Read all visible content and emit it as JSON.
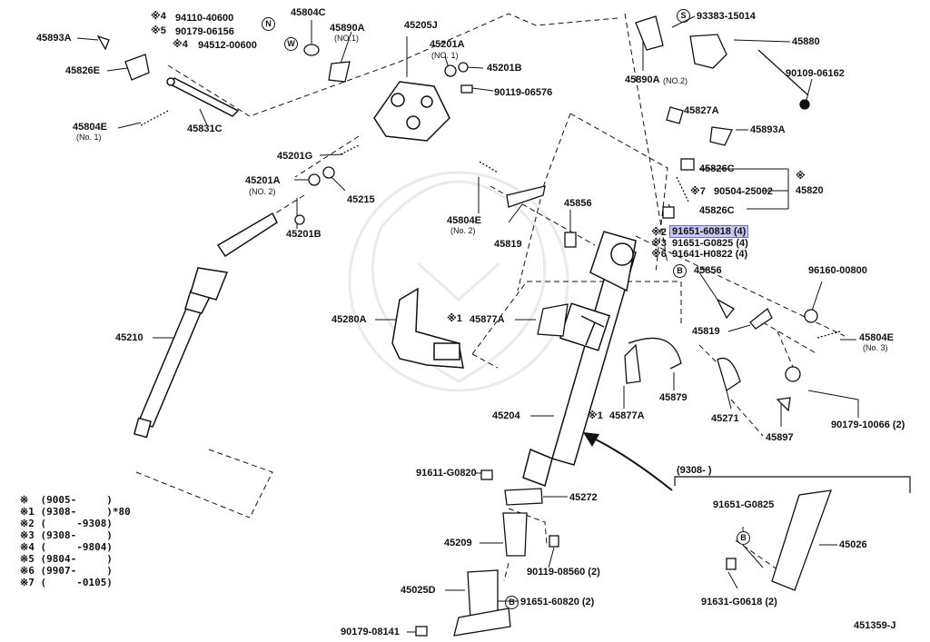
{
  "labels": {
    "p45893A_l": "45893A",
    "p45826E": "45826E",
    "p45804E_1": "45804E",
    "p45804E_1_sub": "(No. 1)",
    "p45831C": "45831C",
    "p45804C": "45804C",
    "p45890A_1": "45890A",
    "p45890A_1_sub": "(NO.1)",
    "p45205J": "45205J",
    "p45201A_1": "45201A",
    "p45201A_1_sub": "(NO. 1)",
    "p45201B_t": "45201B",
    "p90119_06576": "90119-06576",
    "p45201G": "45201G",
    "p45201A_2": "45201A",
    "p45201A_2_sub": "(NO. 2)",
    "p45215": "45215",
    "p45201B_b": "45201B",
    "p45804E_2": "45804E",
    "p45804E_2_sub": "(No. 2)",
    "p45819_l": "45819",
    "p45856_t": "45856",
    "p45210": "45210",
    "p45280A": "45280A",
    "p45877A_t": "45877A",
    "p45204": "45204",
    "p45877A_b": "45877A",
    "p45879": "45879",
    "p45271": "45271",
    "p45897": "45897",
    "p90179_10066": "90179-10066 (2)",
    "p45890A_2": "45890A",
    "p45890A_2_sub": "(NO.2)",
    "p93383_15014": "93383-15014",
    "p45880": "45880",
    "p90109_06162": "90109-06162",
    "p45827A": "45827A",
    "p45893A_r": "45893A",
    "p45826C_t": "45826C",
    "p90504_25002": "90504-25002",
    "p45820": "45820",
    "p45826C_b": "45826C",
    "p91651_60818": "91651-60818 (4)",
    "p91651_G0825_4": "91651-G0825 (4)",
    "p91641_H0822": "91641-H0822 (4)",
    "p45856_r": "45856",
    "p96160_00800": "96160-00800",
    "p45819_r": "45819",
    "p45804E_3": "45804E",
    "p45804E_3_sub": "(No. 3)",
    "p91611_G0820": "91611-G0820",
    "p45272": "45272",
    "p45209": "45209",
    "p90119_08560": "90119-08560 (2)",
    "p45025D": "45025D",
    "p91651_60820": "91651-60820 (2)",
    "p90179_08141": "90179-08141",
    "p9308_range": "(9308-        )",
    "p91651_G0825": "91651-G0825",
    "p45026": "45026",
    "p91631_G0618": "91631-G0618 (2)",
    "figure_id": "451359-J",
    "p94110_40600": "94110-40600",
    "p90179_06156": "90179-06156",
    "p94512_00600": "94512-00600"
  },
  "marks": {
    "m4a": "※4",
    "m5": "※5",
    "m4b": "※4",
    "m7": "※7",
    "m2": "※2",
    "m3": "※3",
    "m6": "※6",
    "m1a": "※1",
    "m1b": "※1",
    "m45820": "※",
    "circN": "N",
    "circW": "W",
    "circS": "S",
    "circB1": "B",
    "circB2": "B",
    "circB3": "B"
  },
  "notes": [
    "※  (9005-     )",
    "※1 (9308-     )*80",
    "※2 (     -9308)",
    "※3 (9308-     )",
    "※4 (     -9804)",
    "※5 (9804-     )",
    "※6 (9907-     )",
    "※7 (     -0105)"
  ],
  "colors": {
    "highlight": "#c9c9f2",
    "line": "#111111"
  }
}
